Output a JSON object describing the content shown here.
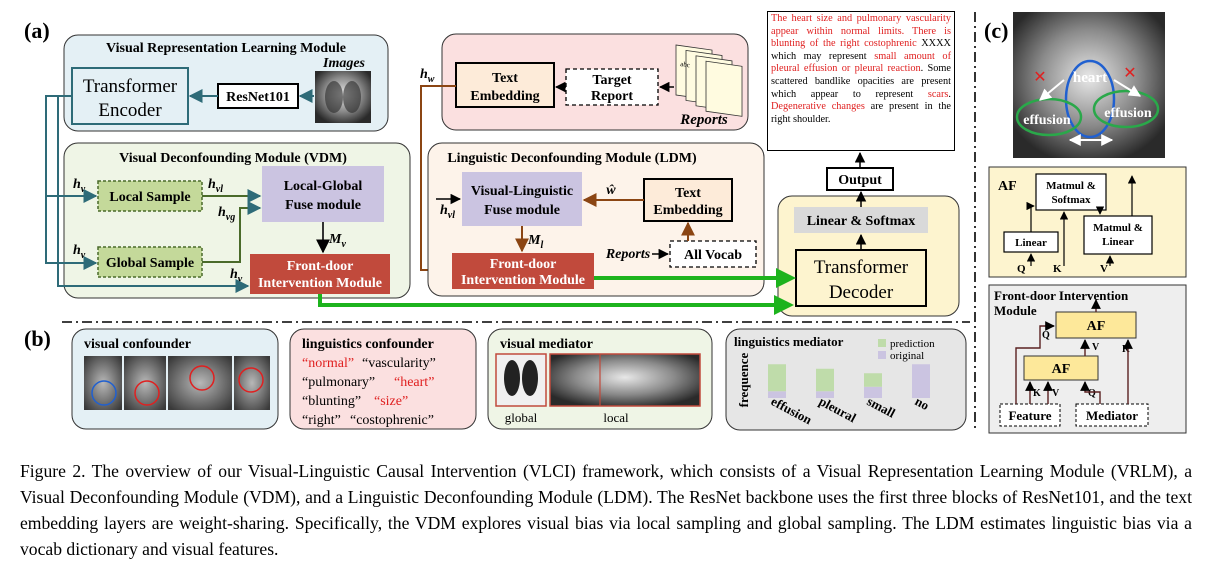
{
  "panels": {
    "a": "(a)",
    "b": "(b)",
    "c": "(c)"
  },
  "vrlm": {
    "title": "Visual Representation Learning Module",
    "images_label": "Images",
    "encoder_l1": "Transformer",
    "encoder_l2": "Encoder",
    "resnet": "ResNet101"
  },
  "vdm": {
    "title": "Visual Deconfounding Module (VDM)",
    "local_sample": "Local Sample",
    "global_sample": "Global Sample",
    "fuse_l1": "Local-Global",
    "fuse_l2": "Fuse module",
    "fdi_l1": "Front-door",
    "fdi_l2": "Intervention Module"
  },
  "symbols": {
    "h": "h",
    "sub_v": "v",
    "sub_vl": "vl",
    "sub_vg": "vg",
    "sub_w": "w",
    "M": "M",
    "sub_l": "l",
    "w_hat": "ŵ"
  },
  "top_text": {
    "text_emb_l1": "Text",
    "text_emb_l2": "Embedding",
    "target_l1": "Target",
    "target_l2": "Report",
    "reports": "Reports",
    "doc_text": "abc"
  },
  "ldm": {
    "title": "Linguistic Deconfounding Module (LDM)",
    "vlf_l1": "Visual-Linguistic",
    "vlf_l2": "Fuse module",
    "text_emb_l1": "Text",
    "text_emb_l2": "Embedding",
    "reports": "Reports",
    "all_vocab": "All Vocab",
    "fdi_l1": "Front-door",
    "fdi_l2": "Intervention Module"
  },
  "decoder": {
    "linear_softmax": "Linear & Softmax",
    "dec_l1": "Transformer",
    "dec_l2": "Decoder",
    "output": "Output"
  },
  "report": {
    "segments": [
      {
        "t": "The heart size and pulmonary vascularity appear within normal limits. There is blunting of the right costophrenic",
        "red": true
      },
      {
        "t": " XXXX which may represent ",
        "red": false
      },
      {
        "t": "small amount of pleural effusion or pleural reaction",
        "red": true
      },
      {
        "t": ". Some scattered bandlike opacities are present which appear to represent ",
        "red": false
      },
      {
        "t": "scars",
        "red": true
      },
      {
        "t": ". ",
        "red": false
      },
      {
        "t": "Degenerative changes",
        "red": true
      },
      {
        "t": " are present in the right shoulder.",
        "red": false
      }
    ]
  },
  "panel_b": {
    "visual_confounder": "visual confounder",
    "linguistics_confounder": "linguistics confounder",
    "words": [
      {
        "t": "“normal”",
        "red": true
      },
      {
        "t": "“vascularity”",
        "red": false
      },
      {
        "t": "“pulmonary”",
        "red": false
      },
      {
        "t": "“heart”",
        "red": true
      },
      {
        "t": "“blunting”",
        "red": false
      },
      {
        "t": "“size”",
        "red": true
      },
      {
        "t": "“right”",
        "red": false
      },
      {
        "t": "“costophrenic”",
        "red": false
      }
    ],
    "visual_mediator": "visual mediator",
    "global": "global",
    "local": "local",
    "linguistics_mediator": "linguistics mediator",
    "legend": [
      "prediction",
      "original"
    ],
    "ylabel": "frequence"
  },
  "chart_data": {
    "type": "bar",
    "title": "linguistics mediator",
    "xlabel": "",
    "ylabel": "frequence",
    "categories": [
      "effusion",
      "pleural",
      "small",
      "no"
    ],
    "series": [
      {
        "name": "prediction",
        "values": [
          0.6,
          0.5,
          0.3,
          0.0
        ]
      },
      {
        "name": "original",
        "values": [
          0.15,
          0.15,
          0.25,
          0.75
        ]
      }
    ],
    "stacked": true,
    "legend": "top-right",
    "colors": {
      "prediction": "#bfdcaa",
      "original": "#cbc4e1"
    }
  },
  "panel_c": {
    "xray_labels": [
      "heart",
      "effusion",
      "effusion"
    ],
    "af_title": "AF",
    "matmul_softmax_l1": "Matmul &",
    "matmul_softmax_l2": "Softmax",
    "matmul_linear_l1": "Matmul &",
    "matmul_linear_l2": "Linear",
    "linear": "Linear",
    "q": "Q",
    "k": "K",
    "v": "V",
    "fdi_title_l1": "Front-door Intervention",
    "fdi_title_l2": "Module",
    "feature": "Feature",
    "mediator": "Mediator"
  },
  "caption": "Figure 2. The overview of our Visual-Linguistic Causal Intervention (VLCI) framework, which consists of a Visual Representation Learning Module (VRLM), a Visual Deconfounding Module (VDM), and a Linguistic Deconfounding Module (LDM). The ResNet backbone uses the first three blocks of ResNet101, and the text embedding layers are weight-sharing. Specifically, the VDM explores visual bias via local sampling and global sampling. The LDM estimates linguistic bias via a vocab dictionary and visual features.",
  "colors": {
    "arrow_green": "#1db31d",
    "teal": "#2e6b78",
    "brown": "#8b4513",
    "fdi_red": "#c14a3c",
    "purple": "#cbc4e1",
    "green_box": "#c4d99a",
    "cream": "#fdf4cf"
  }
}
